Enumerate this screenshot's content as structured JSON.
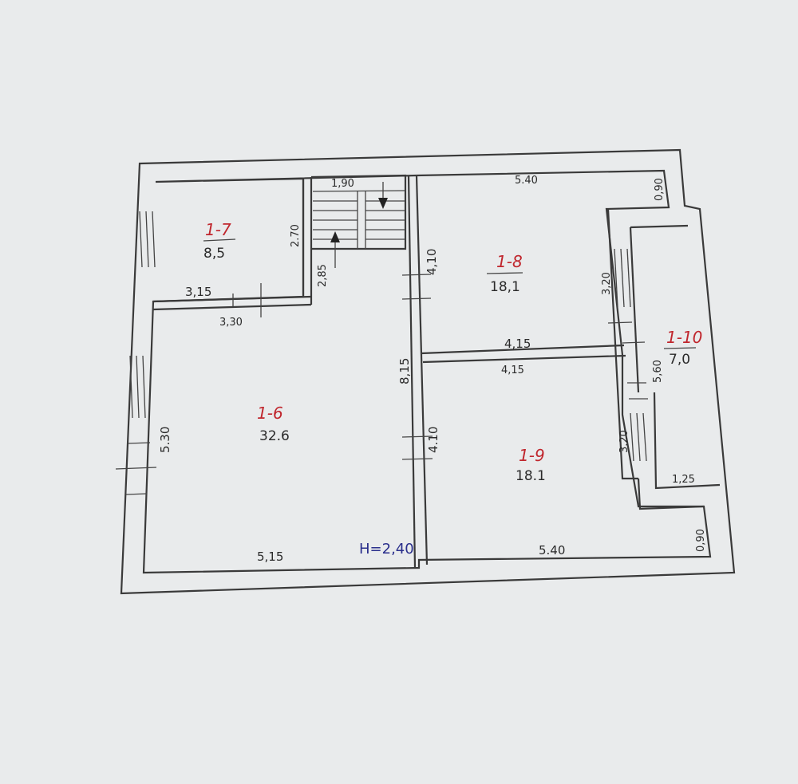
{
  "colors": {
    "paper": "#e9ebec",
    "ink": "#2a2a2a",
    "room_id_red": "#c0262d",
    "height_blue": "#2a2f8c"
  },
  "rooms": [
    {
      "id": "1-6",
      "area": "32.6"
    },
    {
      "id": "1-7",
      "area": "8,5"
    },
    {
      "id": "1-8",
      "area": "18,1"
    },
    {
      "id": "1-9",
      "area": "18.1"
    },
    {
      "id": "1-10",
      "area": "7,0"
    }
  ],
  "dimensions": {
    "stair_width": "1,90",
    "top_right": "5.40",
    "top_right_corner": "0,90",
    "room7_height": "2.70",
    "room7_width": "3,15",
    "corridor_width": "3,30",
    "stair_length": "2,85",
    "wall_upper": "4,10",
    "room8_window_side": "3,20",
    "partition_upper": "4,15",
    "partition_lower": "4,15",
    "center_wall": "8,15",
    "room10_length": "5,60",
    "left_wall": "5.30",
    "wall_lower": "4.10",
    "room9_window_side": "3.20",
    "room10_step": "1,25",
    "bottom_right_corner": "0,90",
    "bottom_left": "5,15",
    "bottom_right": "5.40"
  },
  "ceiling_height": "H=2,40"
}
